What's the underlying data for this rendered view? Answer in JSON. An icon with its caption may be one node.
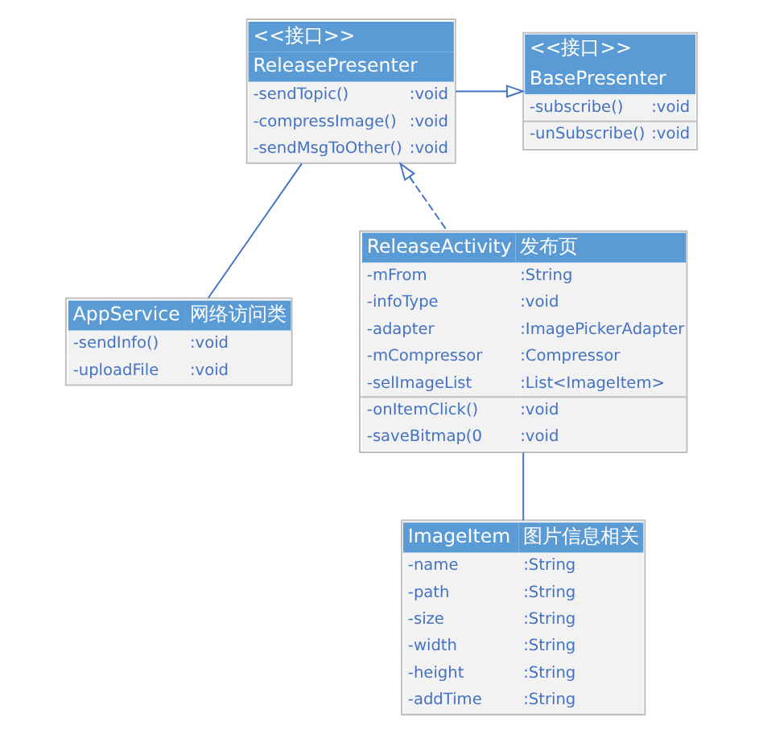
{
  "diagram": {
    "nodes": [
      {
        "text": [
          "<<接口>>",
          "ReleasePresenter",
          "-sendTopic()",
          ":void",
          "-compressImage()",
          ":void",
          "-sendMsgToOther()",
          ":void"
        ]
      },
      {
        "text": [
          "<<接口>>",
          "BasePresenter",
          "-subscribe()",
          ":void",
          "-unSubscribe()",
          ":void"
        ]
      },
      {
        "text": [
          "AppService",
          "网络访问类",
          "-sendInfo()",
          ":void",
          "-uploadFile",
          ":void"
        ]
      },
      {
        "text": [
          "ReleaseActivity",
          "发布页",
          "-mFrom",
          ":String",
          "-infoType",
          ":void",
          "-adapter",
          ":ImagePickerAdapter",
          "-mCompressor",
          ":Compressor",
          "-selImageList",
          ":List<ImageItem>",
          "-onItemClick()",
          ":void",
          "-saveBitmap(0",
          ":void"
        ]
      },
      {
        "text": [
          "ImageItem",
          "图片信息相关",
          "-name",
          ":String",
          "-path",
          ":String",
          "-size",
          ":String",
          "-width",
          ":String",
          "-height",
          ":String",
          "-addTime",
          ":String"
        ]
      }
    ],
    "edges": [
      {
        "from": 0,
        "to": 1,
        "arrow": "to"
      },
      {
        "from": 0,
        "to": 2,
        "arrow": "none"
      },
      {
        "from": 3,
        "to": 0,
        "arrow": "to",
        "style": "dashed"
      },
      {
        "from": 3,
        "to": 4,
        "arrow": "none"
      }
    ]
  }
}
